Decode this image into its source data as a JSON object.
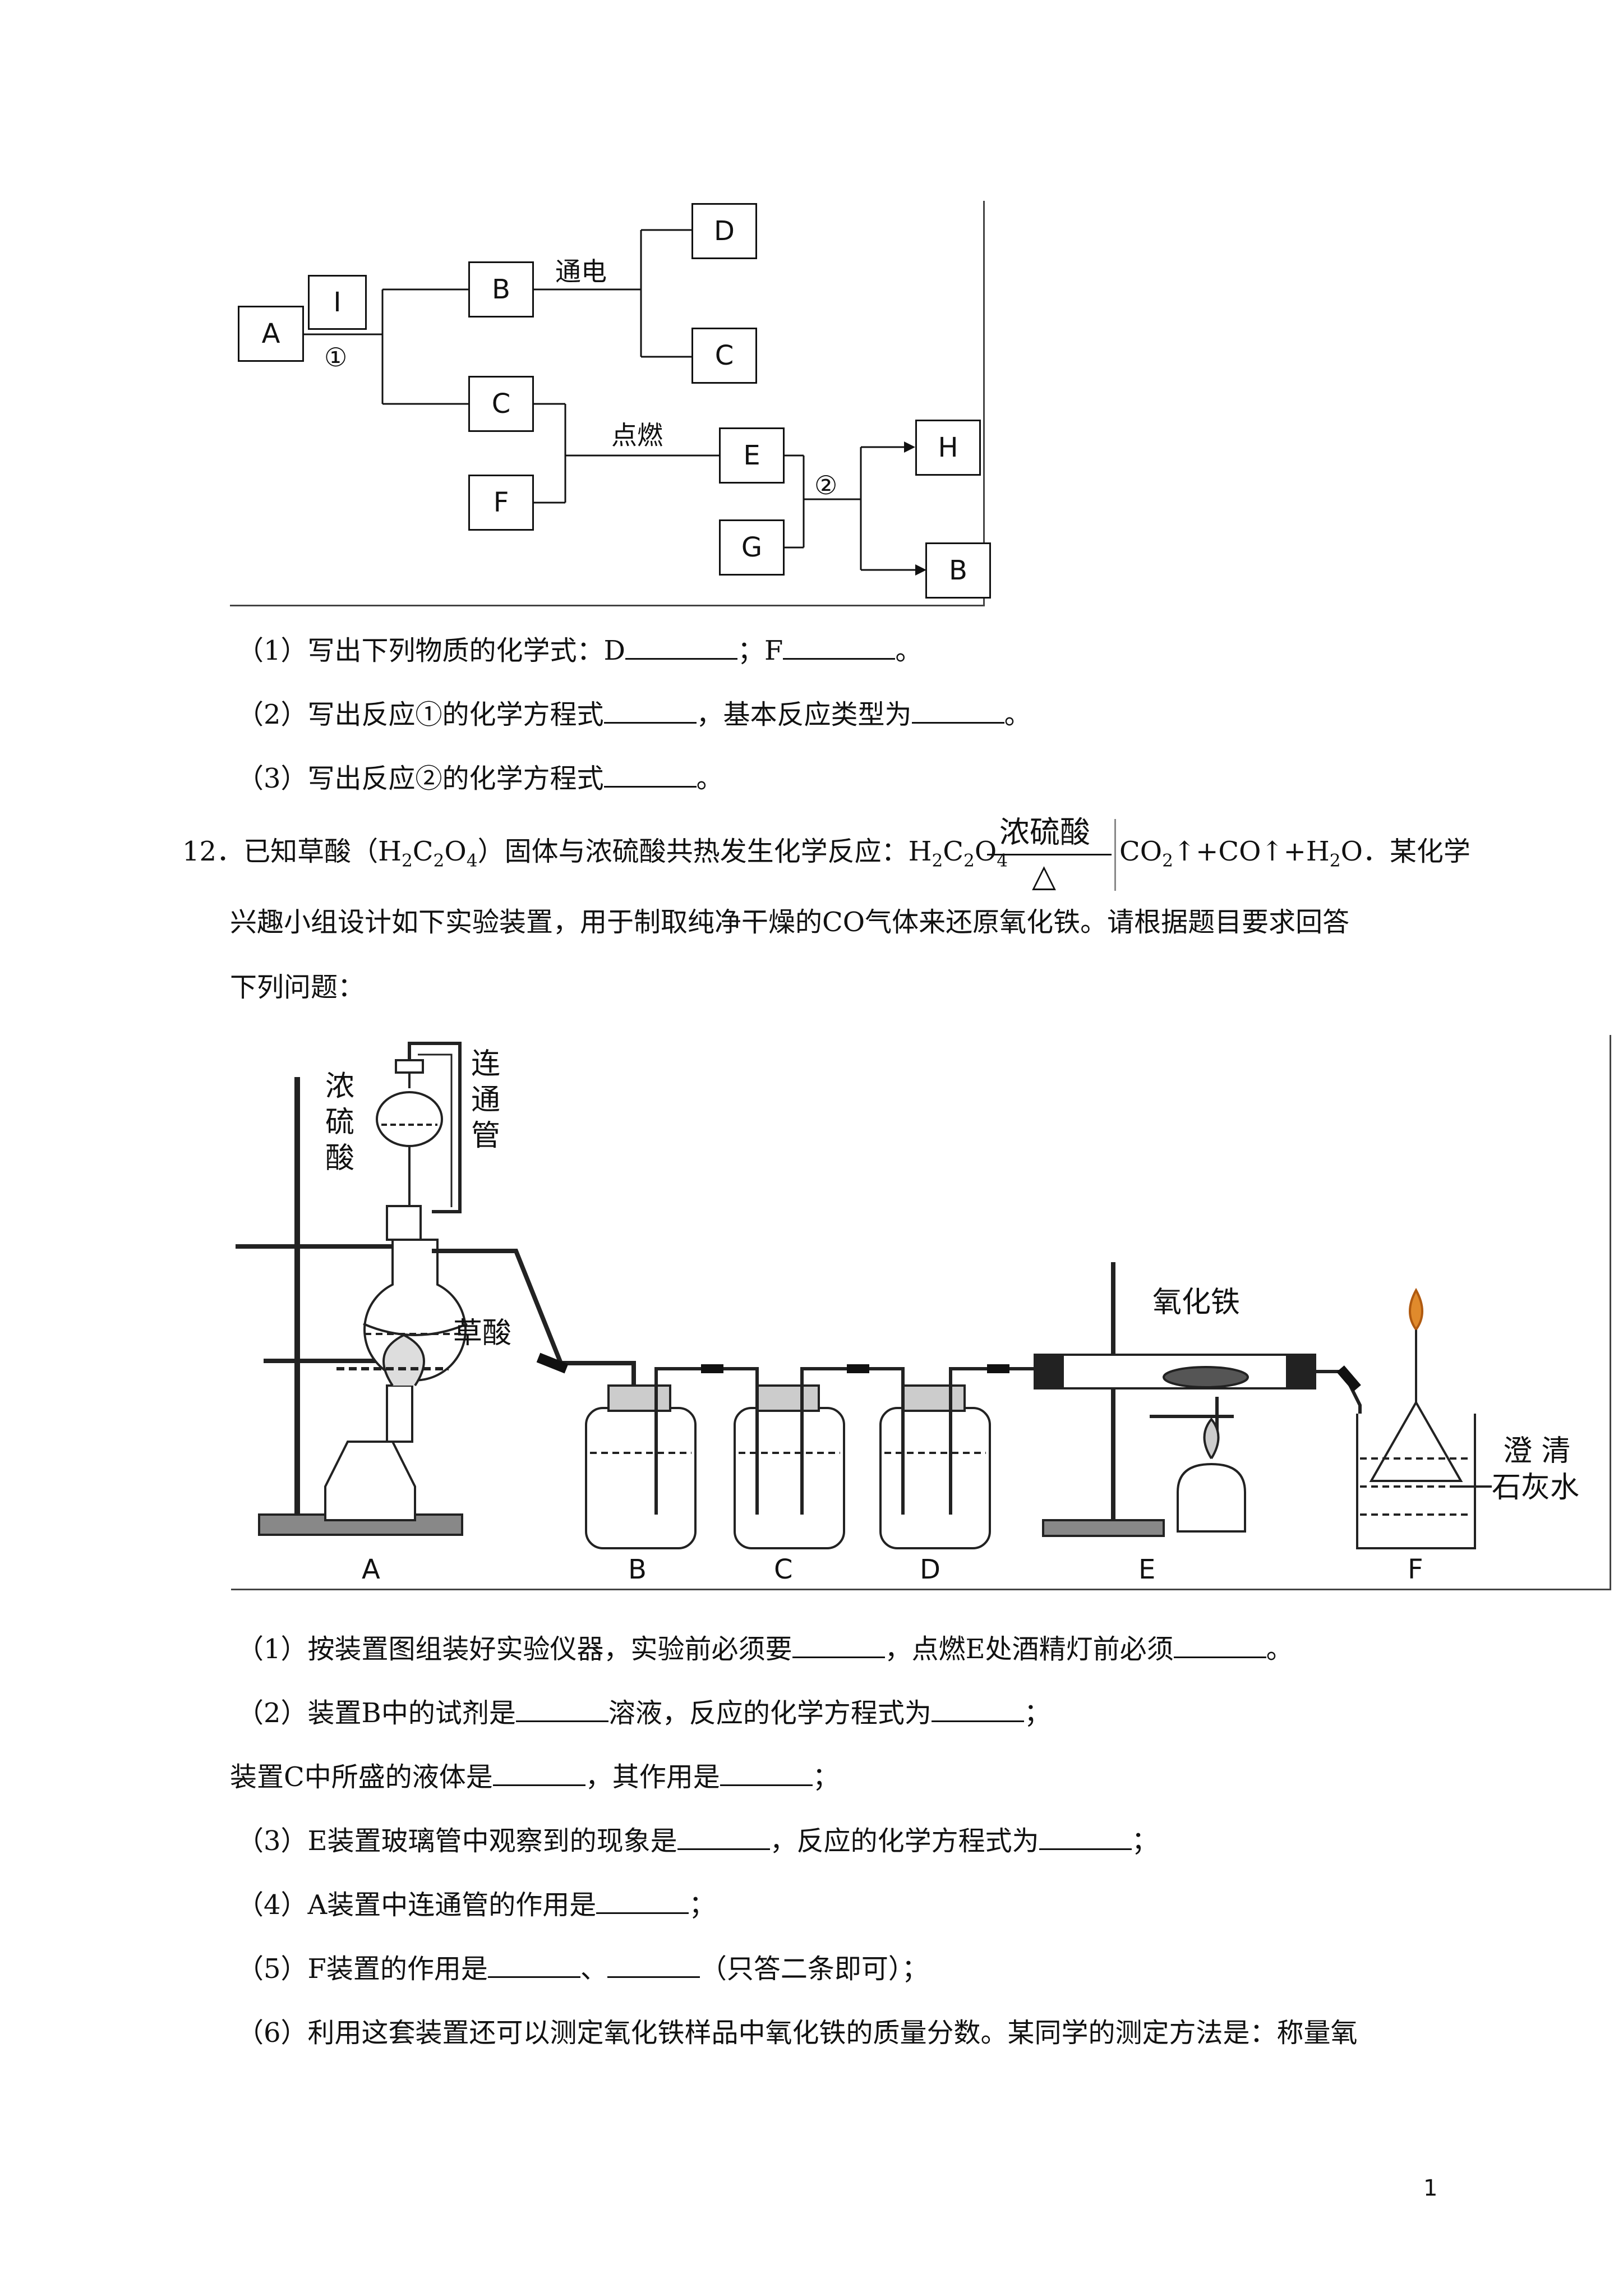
{
  "flowchart": {
    "nodes": {
      "A": "A",
      "I": "I",
      "B1": "B",
      "D": "D",
      "C1": "C",
      "C2": "C",
      "F": "F",
      "E": "E",
      "G": "G",
      "H": "H",
      "B2": "B"
    },
    "labels": {
      "electrolysis": "通电",
      "reaction1": "①",
      "ignite": "点燃",
      "reaction2": "②"
    }
  },
  "q11": {
    "l1_a": "（1）写出下列物质的化学式：D",
    "l1_b": "；F",
    "l1_c": "。",
    "l2_a": "（2）写出反应①的化学方程式",
    "l2_b": "，基本反应类型为",
    "l2_c": "。",
    "l3_a": "（3）写出反应②的化学方程式",
    "l3_b": "。"
  },
  "q12": {
    "intro_a": "12．已知草酸（H",
    "intro_b": "C",
    "intro_c": "O",
    "intro_d": "）固体与浓硫酸共热发生化学反应：H",
    "intro_e": "C",
    "intro_f": "O",
    "cond_top": "浓硫酸",
    "cond_bottom": "△",
    "products_a": "CO",
    "products_b": "↑+CO↑+H",
    "products_c": "O．某化学",
    "line2": "兴趣小组设计如下实验装置，用于制取纯净干燥的CO气体来还原氧化铁。请根据题目要求回答",
    "line3": "下列问题：",
    "sub2": "2",
    "sub4": "4"
  },
  "apparatus": {
    "conc_acid": "浓硫酸",
    "connector": "连通管",
    "oxalic": "草酸",
    "iron_oxide": "氧化铁",
    "limewater_a": "澄 清",
    "limewater_b": "石灰水",
    "A": "A",
    "B": "B",
    "C": "C",
    "D": "D",
    "E": "E",
    "F": "F"
  },
  "questions": {
    "q1_a": "（1）按装置图组装好实验仪器，实验前必须要",
    "q1_b": "，点燃E处酒精灯前必须",
    "q1_c": "。",
    "q2_a": "（2）装置B中的试剂是",
    "q2_b": "溶液，反应的化学方程式为",
    "q2_c": "；",
    "q2_d": "装置C中所盛的液体是",
    "q2_e": "，其作用是",
    "q2_f": "；",
    "q3_a": "（3）E装置玻璃管中观察到的现象是",
    "q3_b": "，反应的化学方程式为",
    "q3_c": "；",
    "q4_a": "（4）A装置中连通管的作用是",
    "q4_b": "；",
    "q5_a": "（5）F装置的作用是",
    "q5_b": "、",
    "q5_c": "（只答二条即可）；",
    "q6": "（6）利用这套装置还可以测定氧化铁样品中氧化铁的质量分数。某同学的测定方法是：称量氧"
  },
  "page_number": "1"
}
